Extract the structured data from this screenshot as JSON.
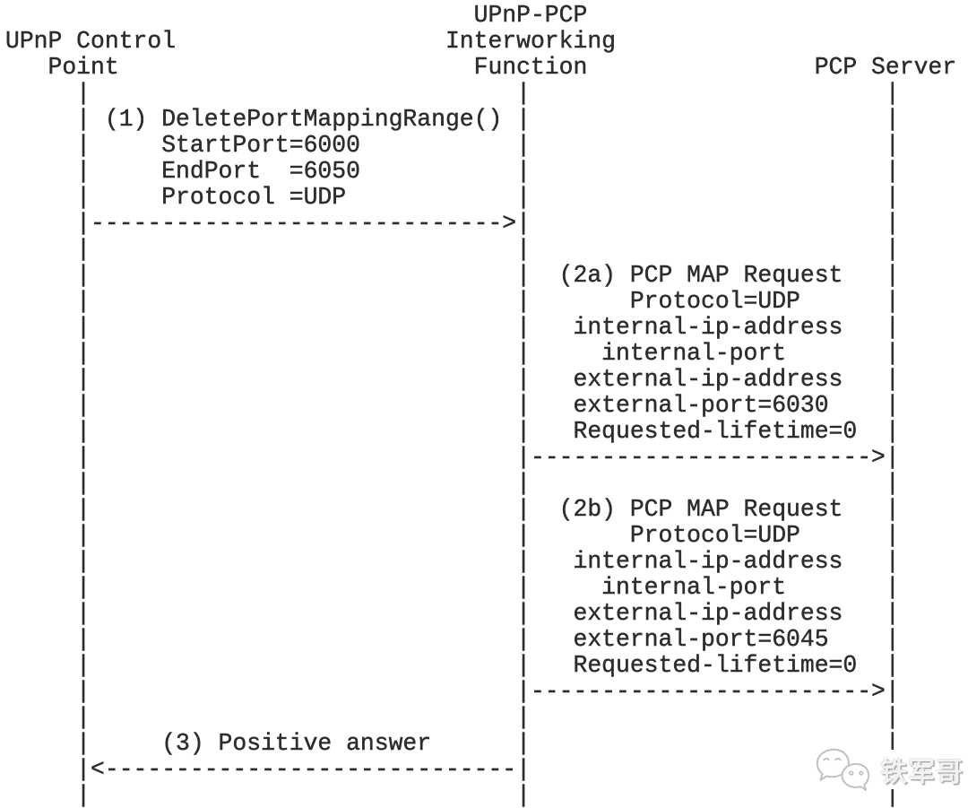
{
  "colors": {
    "background": "#ffffff",
    "diagram_text": "#2d2d2d",
    "watermark_gray": "#c2c2c2"
  },
  "watermark": {
    "icon": "wechat-icon",
    "text": "铁军哥"
  },
  "diagram": {
    "type": "ascii-sequence-diagram",
    "actors": [
      "UPnP Control Point",
      "UPnP-PCP Interworking Function",
      "PCP Server"
    ],
    "messages": [
      {
        "id": "(1)",
        "from": "UPnP Control Point",
        "to": "UPnP-PCP Interworking Function",
        "label": "DeletePortMappingRange()",
        "params": [
          "StartPort=6000",
          "EndPort  =6050",
          "Protocol =UDP"
        ]
      },
      {
        "id": "(2a)",
        "from": "UPnP-PCP Interworking Function",
        "to": "PCP Server",
        "label": "PCP MAP Request",
        "params": [
          "Protocol=UDP",
          "internal-ip-address",
          "internal-port",
          "external-ip-address",
          "external-port=6030",
          "Requested-lifetime=0"
        ]
      },
      {
        "id": "(2b)",
        "from": "UPnP-PCP Interworking Function",
        "to": "PCP Server",
        "label": "PCP MAP Request",
        "params": [
          "Protocol=UDP",
          "internal-ip-address",
          "internal-port",
          "external-ip-address",
          "external-port=6045",
          "Requested-lifetime=0"
        ]
      },
      {
        "id": "(3)",
        "from": "UPnP-PCP Interworking Function",
        "to": "UPnP Control Point",
        "label": "Positive answer",
        "params": []
      }
    ],
    "ascii_lines": [
      "                                 UPnP-PCP",
      "UPnP Control                   Interworking",
      "   Point                         Function                PCP Server",
      "     |                              |                         |",
      "     | (1) DeletePortMappingRange() |                         |",
      "     |     StartPort=6000           |                         |",
      "     |     EndPort  =6050           |                         |",
      "     |     Protocol =UDP            |                         |",
      "     |----------------------------->|                         |",
      "     |                              |                         |",
      "     |                              |  (2a) PCP MAP Request   |",
      "     |                              |       Protocol=UDP      |",
      "     |                              |   internal-ip-address   |",
      "     |                              |     internal-port       |",
      "     |                              |   external-ip-address   |",
      "     |                              |   external-port=6030    |",
      "     |                              |   Requested-lifetime=0  |",
      "     |                              |------------------------>|",
      "     |                              |                         |",
      "     |                              |  (2b) PCP MAP Request   |",
      "     |                              |       Protocol=UDP      |",
      "     |                              |   internal-ip-address   |",
      "     |                              |     internal-port       |",
      "     |                              |   external-ip-address   |",
      "     |                              |   external-port=6045    |",
      "     |                              |   Requested-lifetime=0  |",
      "     |                              |------------------------>|",
      "     |                              |                         |",
      "     |     (3) Positive answer      |                         |",
      "     |<-----------------------------|                         |",
      "     |                              |                         |"
    ]
  }
}
